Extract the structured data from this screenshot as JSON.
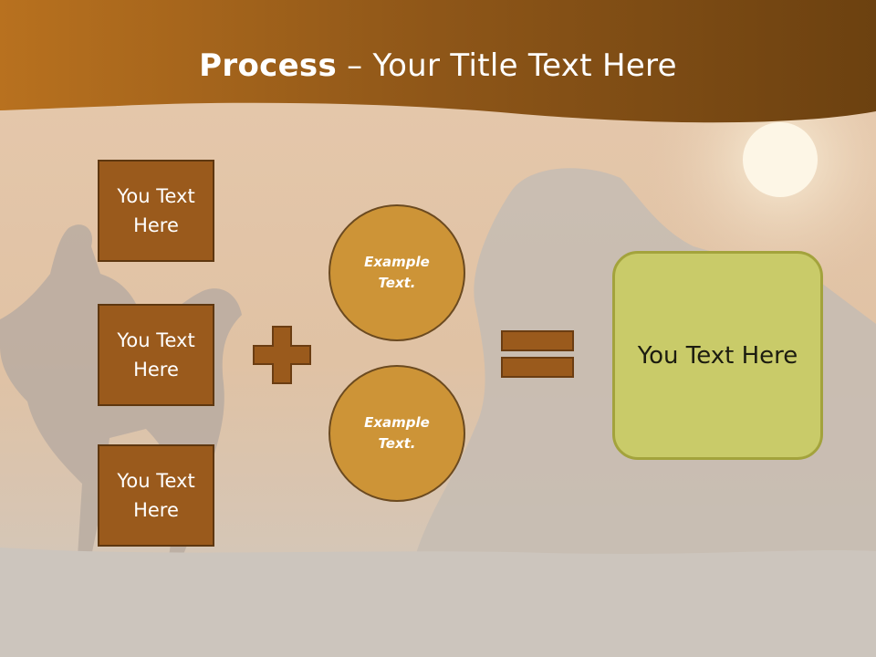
{
  "slide": {
    "title_bold": "Process",
    "title_rest": " – Your Title Text Here"
  },
  "inputs": [
    {
      "label": "You Text Here"
    },
    {
      "label": "You Text Here"
    },
    {
      "label": "You Text Here"
    }
  ],
  "examples": [
    {
      "label": "Example Text."
    },
    {
      "label": "Example Text."
    }
  ],
  "result": {
    "label": "You Text Here"
  },
  "colors": {
    "header": "#8c5518",
    "box_fill": "#9a5a1c",
    "circle_fill": "#cd9437",
    "result_fill": "#c9cb69",
    "operator": "#9a5a1c"
  }
}
